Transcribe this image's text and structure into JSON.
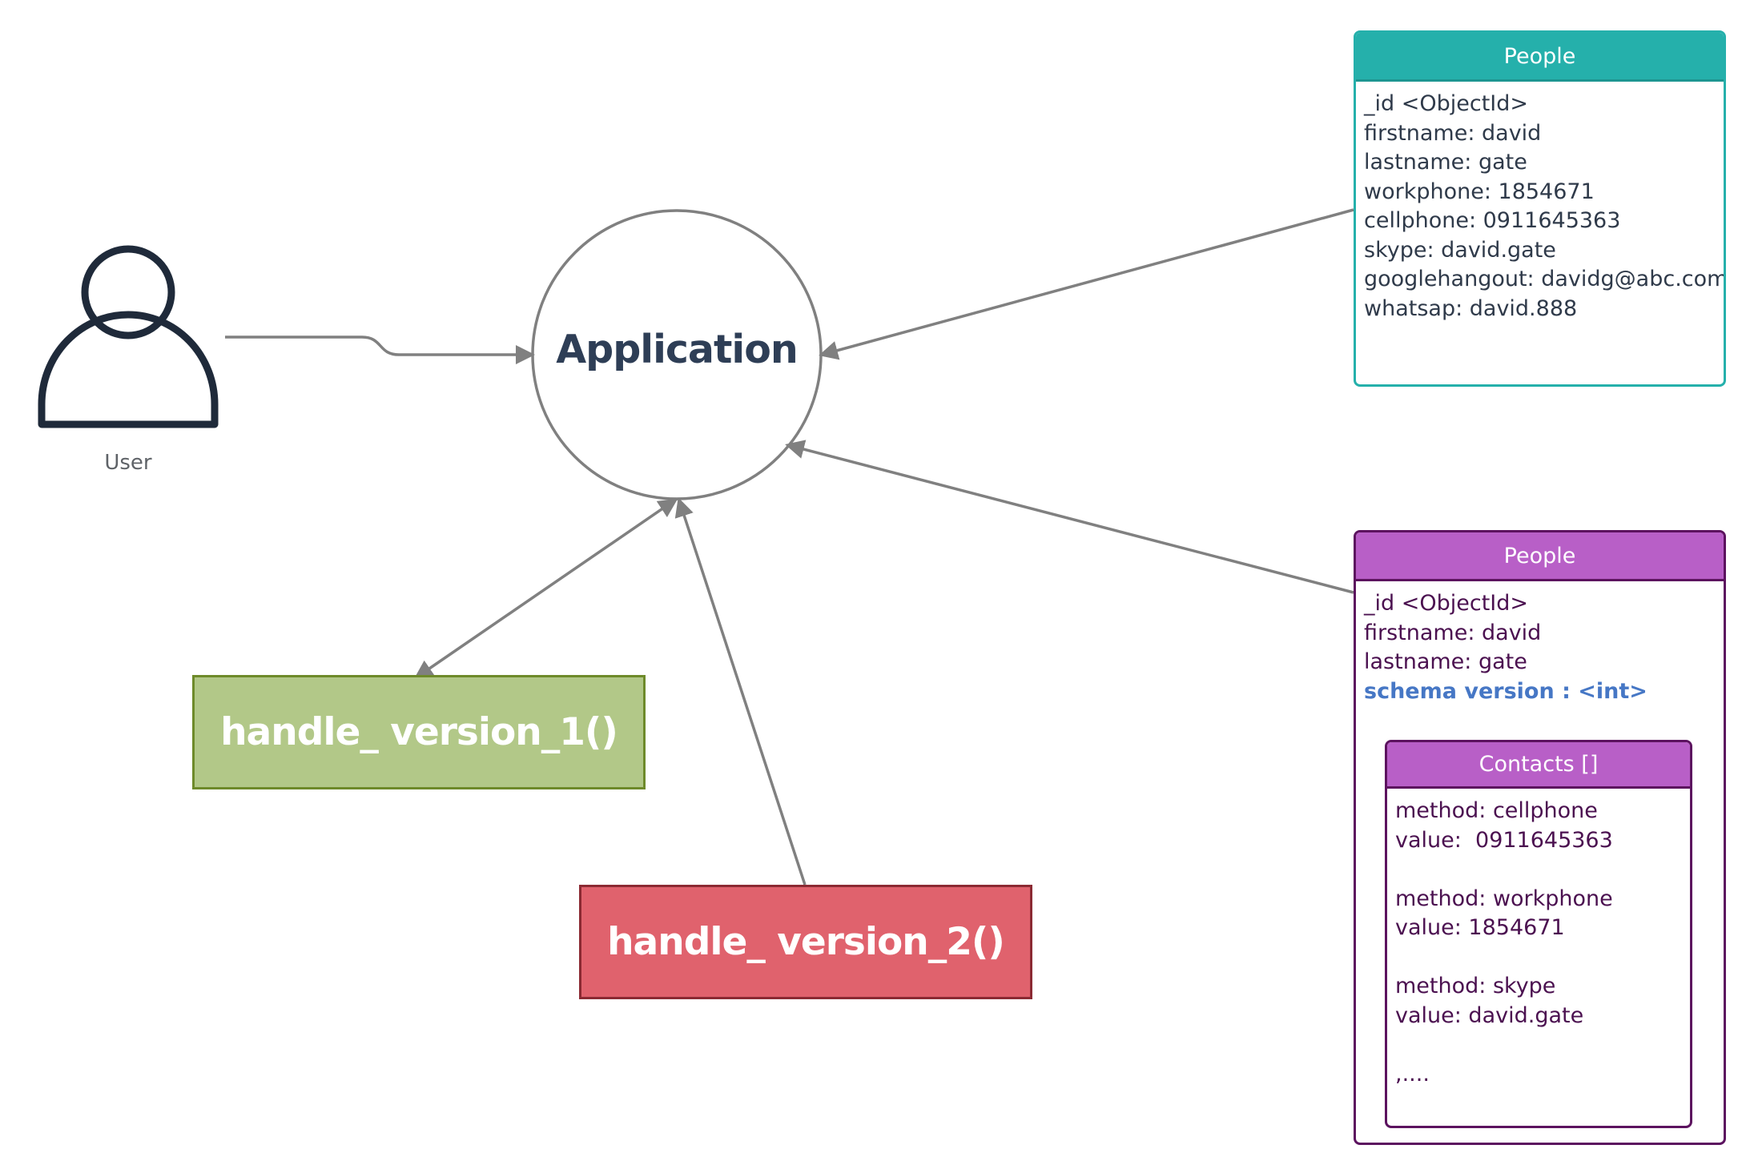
{
  "colors": {
    "connector": "#808080",
    "user_icon": "#1f2a3a",
    "application_text": "#2e3e56",
    "version1_fill": "#b2c888",
    "version2_fill": "#e0626d",
    "people_a_header": "#25b0ab",
    "people_b_header": "#b85fc7",
    "schema_version_text": "#4677c5"
  },
  "user": {
    "label": "User",
    "icon": "person-icon"
  },
  "application": {
    "label": "Application"
  },
  "handlers": {
    "version1": "handle_ version_1()",
    "version2": "handle_ version_2()"
  },
  "people_a": {
    "title": "People",
    "fields": [
      "_id <ObjectId>",
      "firstname: david",
      "lastname: gate",
      "workphone: 1854671",
      "cellphone: 0911645363",
      "skype: david.gate",
      "googlehangout: davidg@abc.com",
      "whatsap: david.888"
    ]
  },
  "people_b": {
    "title": "People",
    "fields": [
      "_id <ObjectId>",
      "firstname: david",
      "lastname: gate",
      "schema version : <int>"
    ],
    "contacts": {
      "title": "Contacts []",
      "lines": [
        "method: cellphone",
        "value:  0911645363",
        "",
        "method: workphone",
        "value: 1854671",
        "",
        "method: skype",
        "value: david.gate",
        "",
        ",...."
      ]
    }
  }
}
